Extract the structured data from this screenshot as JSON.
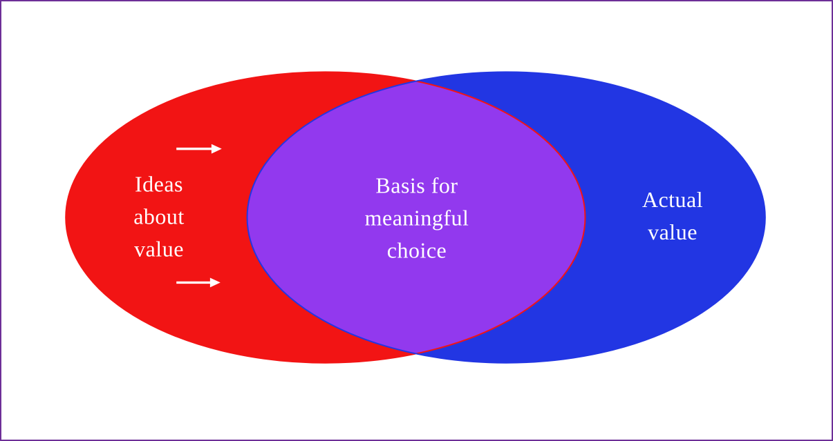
{
  "diagram": {
    "type": "venn-2-ellipse",
    "background_color": "#ffffff",
    "border_color": "#6d2f97",
    "text_color": "#ffffff",
    "arrow_color": "#ffffff",
    "left_ellipse": {
      "label": "Ideas\nabout\nvalue",
      "color": "#f21414"
    },
    "right_ellipse": {
      "label": "Actual\nvalue",
      "color": "#2236e3"
    },
    "overlap": {
      "label": "Basis for\nmeaningful\nchoice",
      "color": "#9239ee"
    }
  }
}
